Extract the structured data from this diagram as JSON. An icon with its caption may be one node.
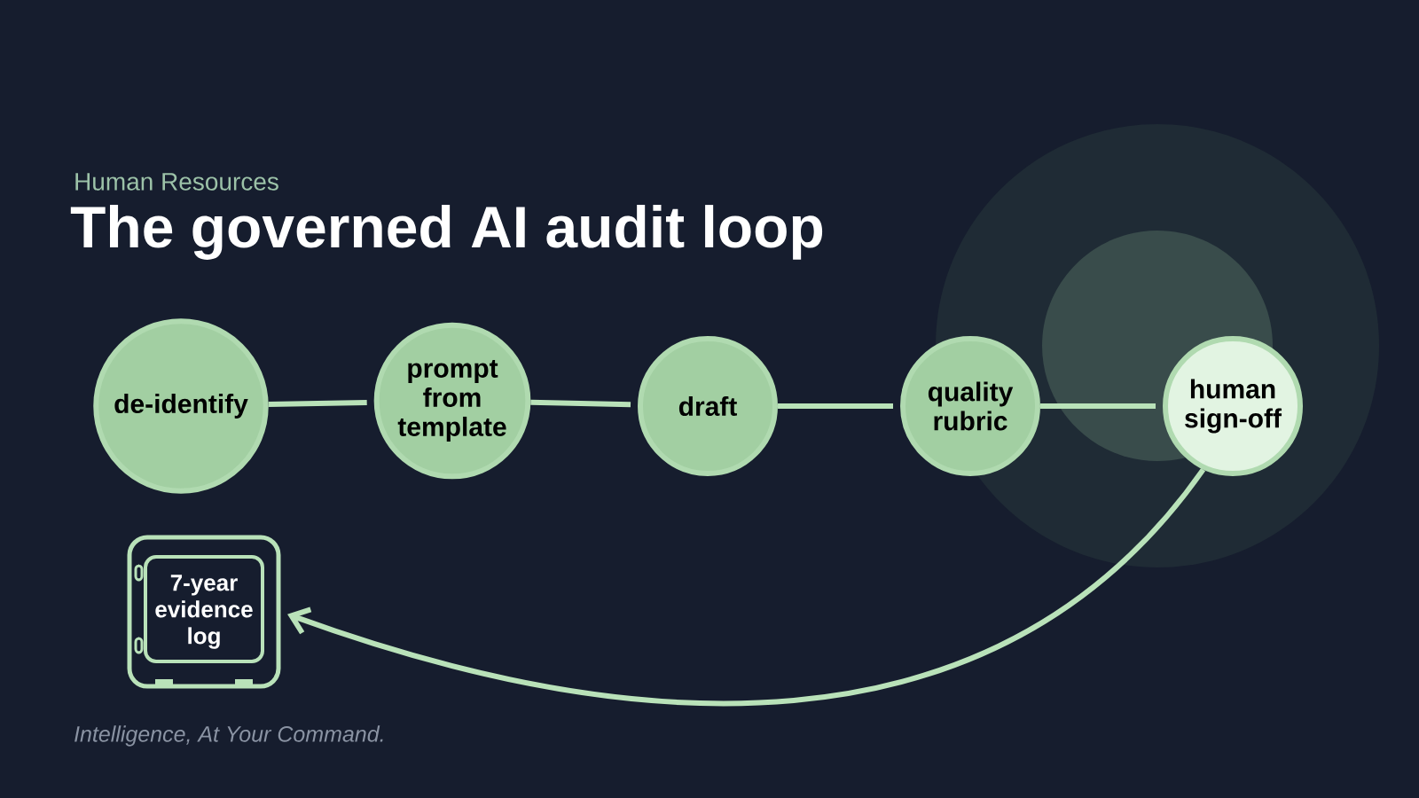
{
  "diagram": {
    "title": "The governed AI audit loop",
    "nodes": [
      {
        "text": [
          "de-identify"
        ]
      },
      {
        "text": [
          "prompt from template"
        ]
      },
      {
        "text": [
          "draft"
        ]
      },
      {
        "text": [
          "quality rubric"
        ]
      },
      {
        "text": [
          "human sign-off"
        ]
      },
      {
        "text": [
          "7-year evidence log"
        ]
      }
    ],
    "edges": [
      {
        "from": 0,
        "to": 1,
        "arrow": "none"
      },
      {
        "from": 1,
        "to": 2,
        "arrow": "none"
      },
      {
        "from": 2,
        "to": 3,
        "arrow": "none"
      },
      {
        "from": 3,
        "to": 4,
        "arrow": "none"
      },
      {
        "from": 4,
        "to": 5,
        "arrow": "to"
      }
    ],
    "labels": [
      "Human Resources",
      "Intelligence, At Your Command."
    ]
  }
}
